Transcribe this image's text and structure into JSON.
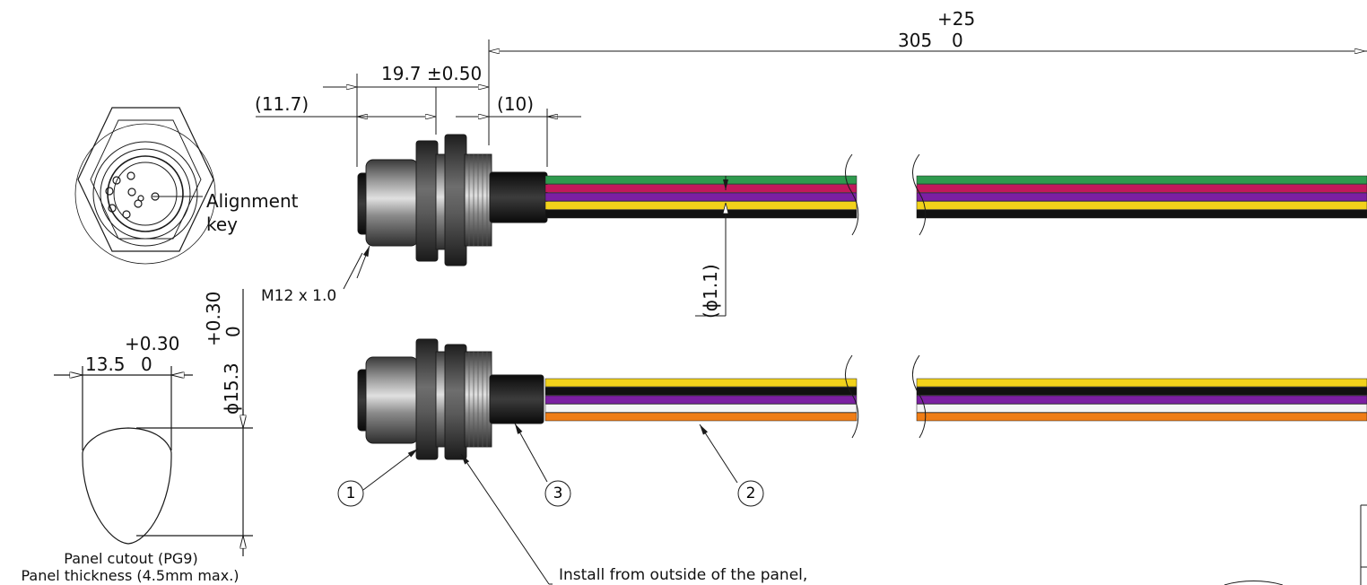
{
  "dimensions": {
    "overall_length": "305",
    "overall_tol_plus": "+25",
    "overall_tol_minus": "0",
    "body_length": "19.7 ±0.50",
    "front_length": "11.7",
    "back_length": "10",
    "wire_dia": "1.1",
    "cutout_width": "13.5",
    "cutout_width_tol_plus": "+0.30",
    "cutout_width_tol_minus": "0",
    "cutout_dia": "15.3",
    "cutout_dia_tol_plus": "+0.30",
    "cutout_dia_tol_minus": "0",
    "dia_symbol": "ϕ"
  },
  "labels": {
    "alignment_key_line1": "Alignment",
    "alignment_key_line2": "key",
    "thread": "M12 x 1.0",
    "panel_cutout": "Panel cutout (PG9)",
    "panel_thickness": "Panel thickness (4.5mm max.)",
    "install_note": "Install from outside of the panel,"
  },
  "callouts": [
    "1",
    "2",
    "3"
  ],
  "wires_top": [
    "#2f9a4e",
    "#c2185b",
    "#7b1fa2",
    "#f2d21b",
    "#111111"
  ],
  "wires_bottom": [
    "#f2d21b",
    "#111111",
    "#7b1fa2",
    "#f5f5f5",
    "#ef7d16"
  ],
  "colors": {
    "line": "#1a1a1a",
    "connector_dark": "#2b2b2b",
    "connector_mid": "#8c8c8c",
    "connector_light": "#d8d8d8"
  }
}
